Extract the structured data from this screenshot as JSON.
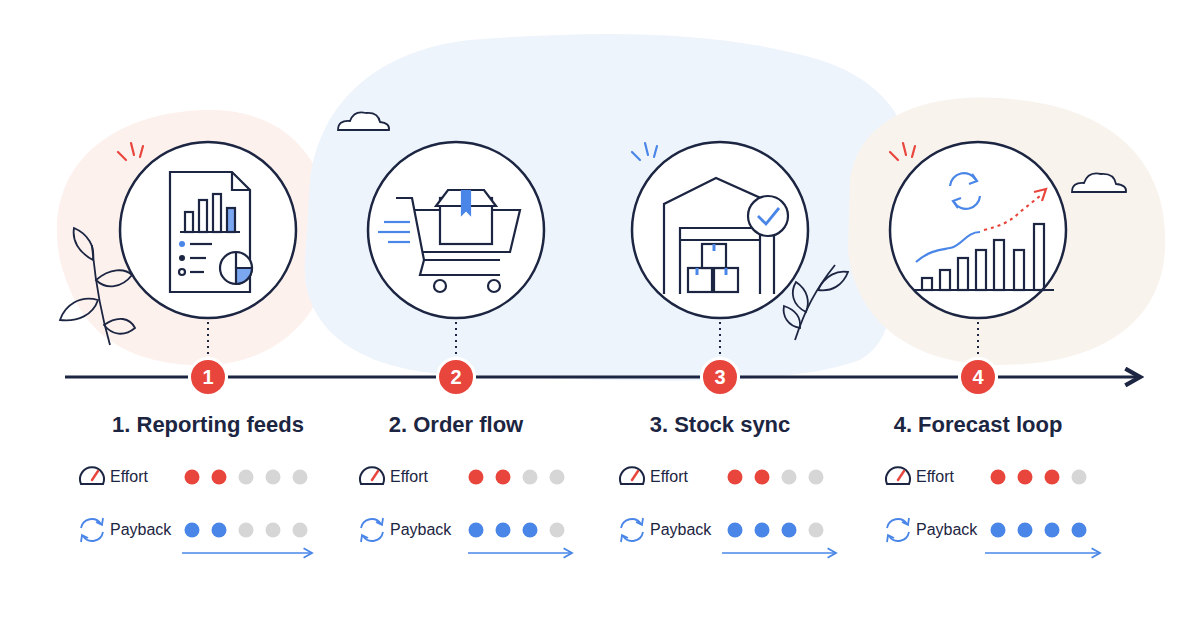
{
  "diagram": {
    "nodes": [
      {
        "text": [
          "1"
        ]
      },
      {
        "text": [
          "2"
        ]
      },
      {
        "text": [
          "3"
        ]
      },
      {
        "text": [
          "4"
        ]
      }
    ],
    "edges": [
      {
        "from": 0,
        "to": 1,
        "arrow": "none"
      },
      {
        "from": 1,
        "to": 2,
        "arrow": "none"
      },
      {
        "from": 2,
        "to": 3,
        "arrow": "none"
      }
    ],
    "labels": [
      "1. Reporting feeds",
      "Effort",
      "Payback",
      "2. Order flow",
      "Effort",
      "Payback",
      "3. Stock sync",
      "Effort",
      "Payback",
      "4. Forecast loop",
      "Effort",
      "Payback"
    ]
  }
}
